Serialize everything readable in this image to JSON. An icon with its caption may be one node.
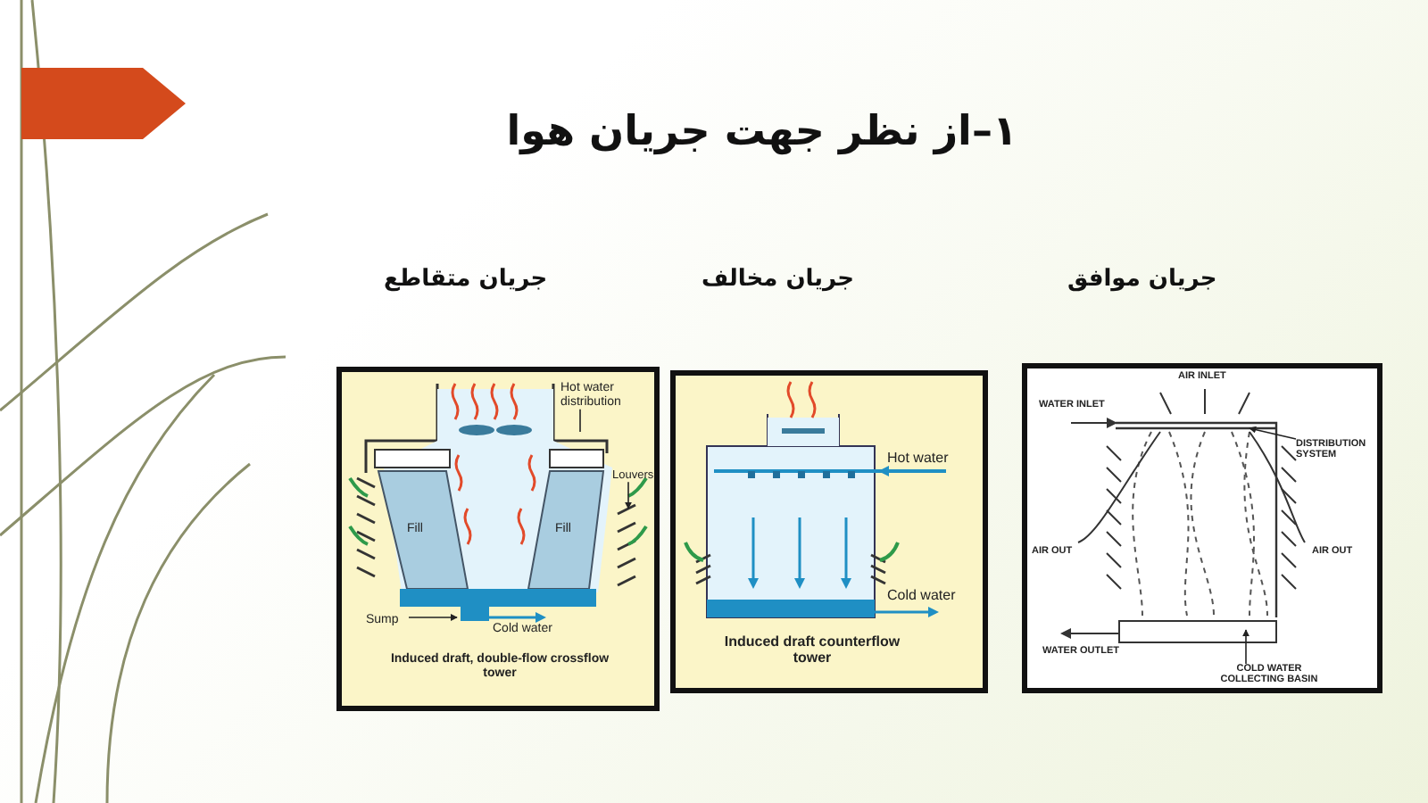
{
  "diagram": {
    "title": "۱–از نظر جهت جریان هوا",
    "nodes": [
      {
        "text": [
          "Hot water distribution"
        ]
      },
      {
        "text": [
          "Louvers"
        ]
      },
      {
        "text": [
          "Sump"
        ]
      },
      {
        "text": [
          "DISTRIBUTION SYSTEM"
        ]
      },
      {
        "text": [
          "COLD WATER COLLECTING BASIN"
        ]
      }
    ],
    "edges": [
      {
        "from": 0,
        "to": null,
        "arrow": "none"
      },
      {
        "from": 1,
        "to": null,
        "arrow": "to"
      },
      {
        "from": 2,
        "to": null,
        "arrow": "to"
      },
      {
        "from": 3,
        "to": null,
        "arrow": "to"
      },
      {
        "from": 4,
        "to": null,
        "arrow": "to"
      }
    ],
    "labels": [
      "جریان موافق",
      "جریان مخالف",
      "جریان متقاطع",
      "Fill",
      "Fill",
      "Cold water",
      "Induced draft, double-flow crossflow tower",
      "Hot water",
      "Cold water",
      "Induced draft counterflow tower",
      "AIR INLET",
      "WATER INLET",
      "AIR OUT",
      "AIR OUT",
      "WATER OUTLET"
    ]
  }
}
